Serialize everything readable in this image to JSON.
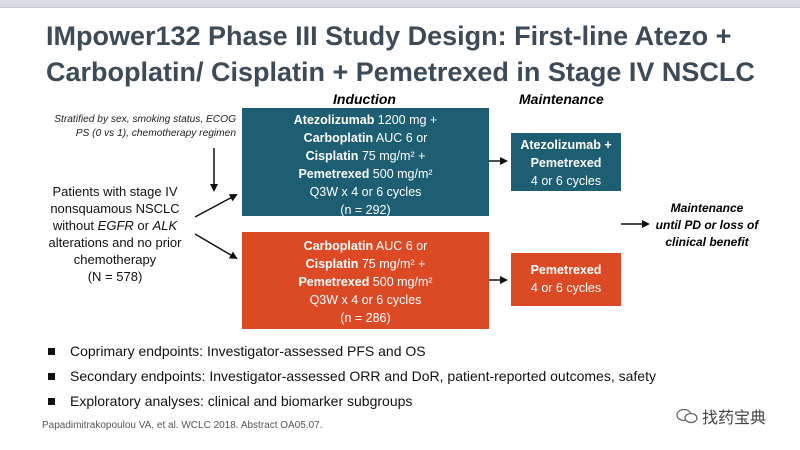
{
  "title": "IMpower132 Phase III Study Design: First-line Atezo + Carboplatin/ Cisplatin + Pemetrexed in Stage IV NSCLC",
  "headers": {
    "induction": "Induction",
    "maintenance": "Maintenance"
  },
  "stratification": "Stratified by sex, smoking status, ECOG PS (0 vs 1), chemotherapy regimen",
  "patients": {
    "line1": "Patients with stage IV",
    "line2": "nonsquamous NSCLC",
    "line3_pre": "without ",
    "line3_egfr": "EGFR",
    "line3_mid": " or ",
    "line3_alk": "ALK",
    "line4": "alterations and no prior",
    "line5": "chemotherapy",
    "line6": "(N = 578)"
  },
  "induction_arm_1": {
    "drug1": "Atezolizumab",
    "dose1": " 1200  mg +",
    "drug2": "Carboplatin",
    "dose2": " AUC 6 or",
    "drug3": "Cisplatin",
    "dose3": " 75 mg/m² +",
    "drug4": "Pemetrexed",
    "dose4": " 500 mg/m²",
    "schedule": "Q3W x 4 or 6 cycles",
    "n": "(n = 292)"
  },
  "induction_arm_2": {
    "drug1": "Carboplatin",
    "dose1": " AUC 6 or",
    "drug2": "Cisplatin",
    "dose2": " 75 mg/m² +",
    "drug3": "Pemetrexed",
    "dose3": " 500 mg/m²",
    "schedule": "Q3W x 4 or 6 cycles",
    "n": "(n = 286)"
  },
  "maintenance_arm_1": {
    "drug1": "Atezolizumab +",
    "drug2": "Pemetrexed",
    "cycles": "4 or 6 cycles"
  },
  "maintenance_arm_2": {
    "drug1": "Pemetrexed",
    "cycles": "4 or 6 cycles"
  },
  "maintenance_until": {
    "line1": "Maintenance",
    "line2": "until PD or loss of",
    "line3": "clinical benefit"
  },
  "bullets": [
    "Coprimary endpoints: Investigator-assessed PFS and OS",
    "Secondary endpoints: Investigator-assessed ORR and DoR, patient-reported outcomes, safety",
    "Exploratory analyses: clinical and biomarker subgroups"
  ],
  "citation": "Papadimitrakopoulou VA, et al. WCLC 2018. Abstract OA05.07.",
  "watermark": "找药宝典",
  "colors": {
    "title": "#3d4a57",
    "teal": "#1d5e72",
    "orange": "#dc4a25"
  }
}
